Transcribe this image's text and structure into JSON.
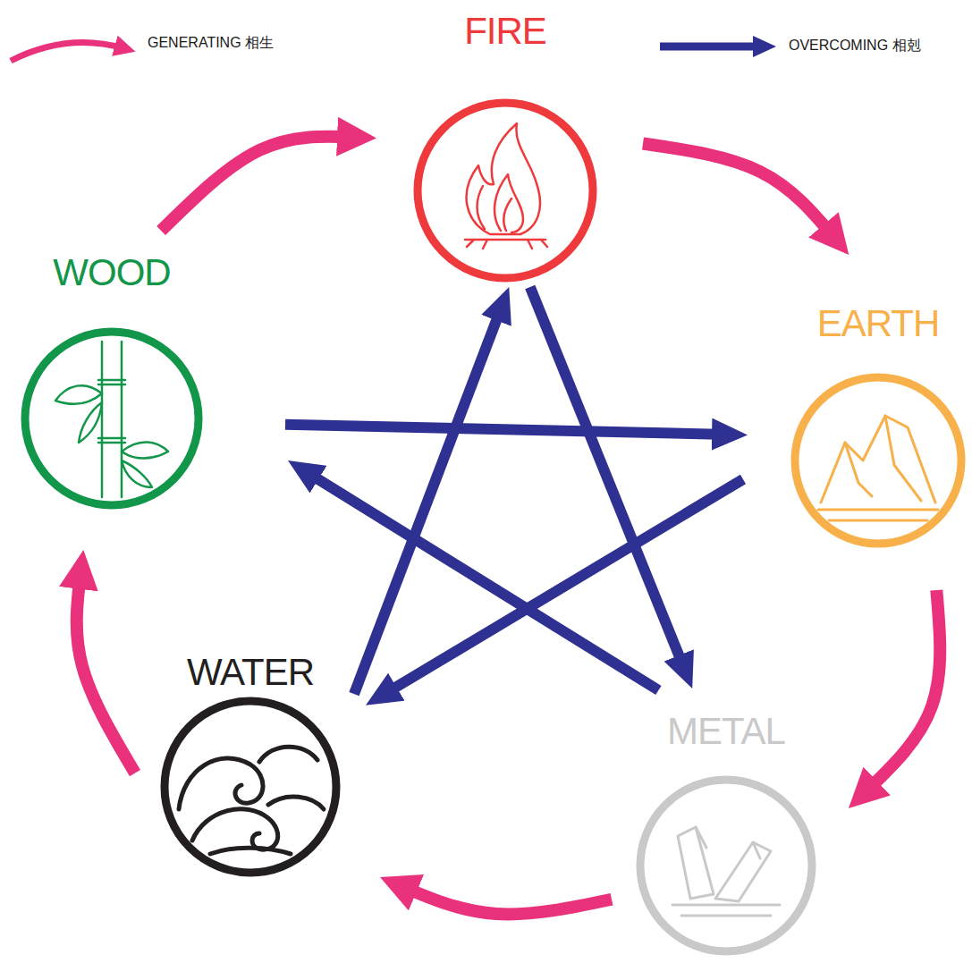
{
  "diagram": {
    "nodes": [
      {
        "text": [
          "FIRE"
        ]
      },
      {
        "text": [
          "WOOD"
        ]
      },
      {
        "text": [
          "EARTH"
        ]
      },
      {
        "text": [
          "WATER"
        ]
      },
      {
        "text": [
          "METAL"
        ]
      }
    ],
    "edges": [
      {
        "from": 1,
        "to": 0,
        "arrow": "to"
      },
      {
        "from": 0,
        "to": 2,
        "arrow": "to"
      },
      {
        "from": 2,
        "to": 4,
        "arrow": "to"
      },
      {
        "from": 4,
        "to": 3,
        "arrow": "to"
      },
      {
        "from": 3,
        "to": 1,
        "arrow": "to"
      },
      {
        "from": 1,
        "to": 2,
        "arrow": "to"
      },
      {
        "from": 2,
        "to": 3,
        "arrow": "to"
      },
      {
        "from": 3,
        "to": 0,
        "arrow": "to"
      },
      {
        "from": 0,
        "to": 4,
        "arrow": "to"
      },
      {
        "from": 4,
        "to": 1,
        "arrow": "to"
      }
    ],
    "legend": [
      {
        "text": "GENERATING 相生"
      },
      {
        "text": "OVERCOMING 相剋"
      }
    ]
  }
}
